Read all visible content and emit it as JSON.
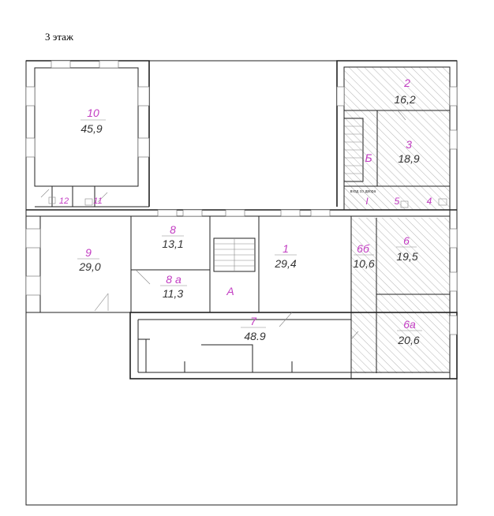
{
  "floor_label": "3 этаж",
  "rooms": [
    {
      "id": "10",
      "area": "45,9"
    },
    {
      "id": "12",
      "area": ""
    },
    {
      "id": "11",
      "area": ""
    },
    {
      "id": "2",
      "area": "16,2"
    },
    {
      "id": "3",
      "area": "18,9"
    },
    {
      "id": "Б",
      "area": ""
    },
    {
      "id": "I",
      "area": ""
    },
    {
      "id": "5",
      "area": ""
    },
    {
      "id": "4",
      "area": ""
    },
    {
      "id": "9",
      "area": "29,0"
    },
    {
      "id": "8",
      "area": "13,1"
    },
    {
      "id": "8 а",
      "area": "11,3"
    },
    {
      "id": "А",
      "area": ""
    },
    {
      "id": "1",
      "area": "29,4"
    },
    {
      "id": "6б",
      "area": "10,6"
    },
    {
      "id": "6",
      "area": "19,5"
    },
    {
      "id": "6а",
      "area": "20,6"
    },
    {
      "id": "7",
      "area": "48.9"
    }
  ],
  "notes": {
    "entrance": "вход со двора"
  }
}
